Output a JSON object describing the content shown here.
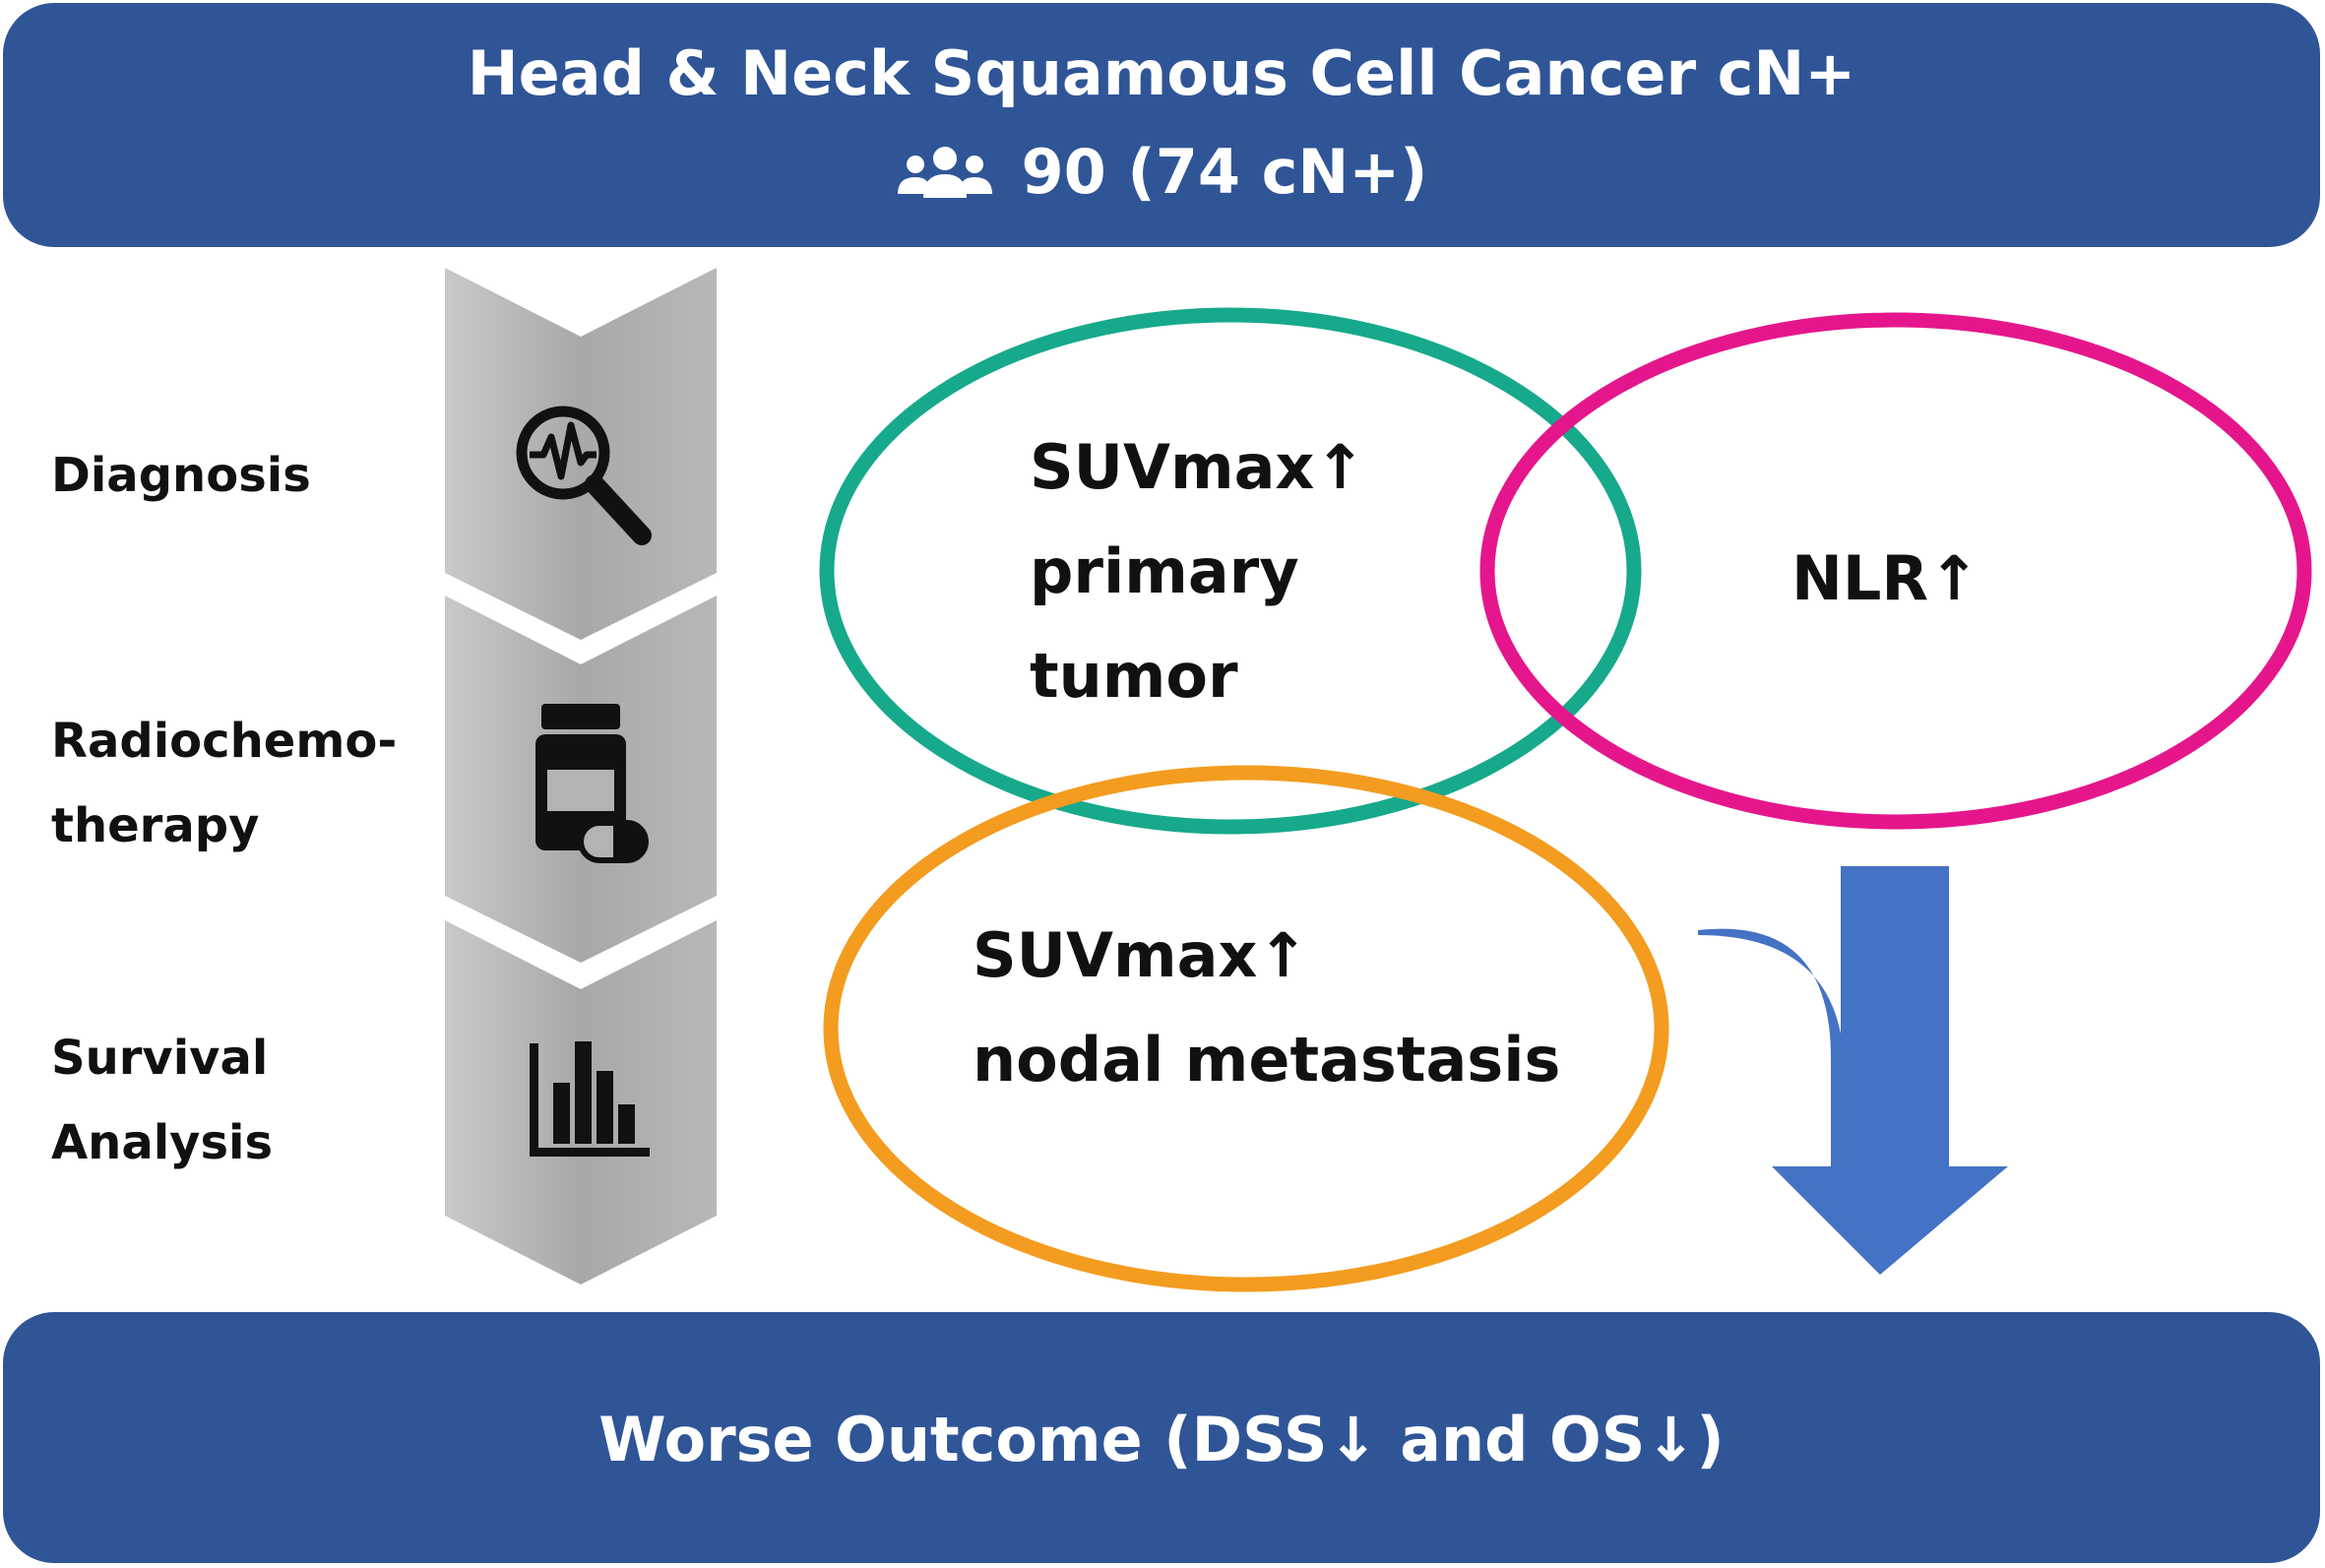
{
  "header": {
    "title": "Head & Neck Squamous Cell Cancer cN+",
    "patients_icon": "people-group-icon",
    "patient_count": "90 (74 cN+)"
  },
  "steps": [
    {
      "label_lines": [
        "Diagnosis"
      ],
      "icon": "magnifier-with-pulse-icon"
    },
    {
      "label_lines": [
        "Radiochemo-",
        "therapy"
      ],
      "icon": "medicine-bottle-and-pill-icon"
    },
    {
      "label_lines": [
        "Survival",
        "Analysis"
      ],
      "icon": "bar-chart-icon"
    }
  ],
  "factors": {
    "suv_primary": {
      "lines": [
        "SUVmax↑",
        "primary",
        "tumor"
      ],
      "color": "#17a98b"
    },
    "nlr": {
      "lines": [
        "NLR↑"
      ],
      "color": "#e5168c"
    },
    "suv_nodal": {
      "lines": [
        "SUVmax↑",
        "nodal metastasis"
      ],
      "color": "#f39c1f"
    }
  },
  "arrow_color": "#4472c4",
  "outcome": {
    "text": "Worse Outcome (DSS↓ and OS↓)"
  },
  "colors": {
    "banner": "#2f5597",
    "chevron": "#a6a6a6"
  }
}
